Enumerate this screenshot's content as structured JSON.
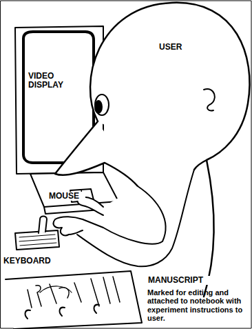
{
  "diagram": {
    "labels": [
      "USER",
      "VIDEO DISPLAY",
      "MOUSE",
      "KEYBOARD",
      "MANUSCRIPT",
      "Marked for editing and attached to notebook with experiment instructions to user."
    ]
  }
}
